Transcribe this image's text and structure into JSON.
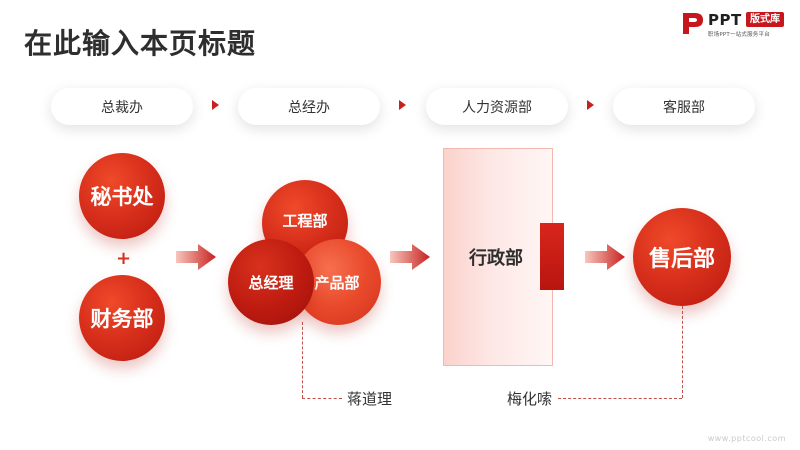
{
  "page": {
    "title": "在此输入本页标题"
  },
  "logo": {
    "ppt": "PPT",
    "badge": "版式库",
    "subtitle": "职场PPT一站式服务平台",
    "accent_color": "#c8161d"
  },
  "flow_steps": [
    {
      "label": "总裁办"
    },
    {
      "label": "人力资源部"
    },
    {
      "label": "总经办"
    },
    {
      "label": "客服部"
    }
  ],
  "nodes": {
    "secretary": "秘书处",
    "finance": "财务部",
    "plus": "+",
    "engineering": "工程部",
    "general_manager": "总经理",
    "product": "产品部",
    "administration": "行政部",
    "after_sales": "售后部"
  },
  "people": {
    "left": "蒋道理",
    "right": "梅化嗦"
  },
  "footer": {
    "url": "www.pptcool.com"
  },
  "colors": {
    "primary": "#d2321f",
    "dark_red": "#b8150f",
    "panel_pink": "#fde8e5"
  }
}
